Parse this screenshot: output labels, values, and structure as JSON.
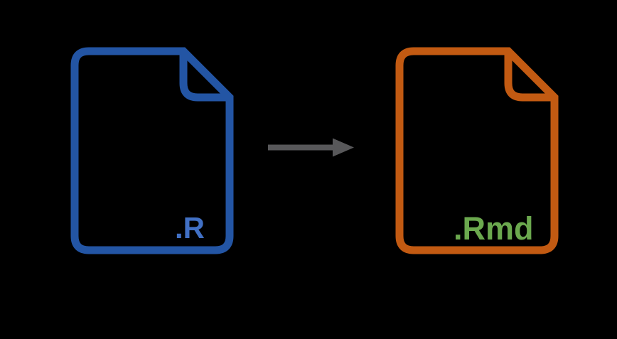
{
  "diagram": {
    "background": "#000000",
    "source_file": {
      "extension_label": ".R",
      "outline_color": "#2355A4",
      "label_color": "#4170C4"
    },
    "arrow": {
      "color": "#58585A",
      "direction": "right"
    },
    "target_file": {
      "extension_label": ".Rmd",
      "outline_color": "#C25A12",
      "label_color": "#6BA84E"
    }
  }
}
